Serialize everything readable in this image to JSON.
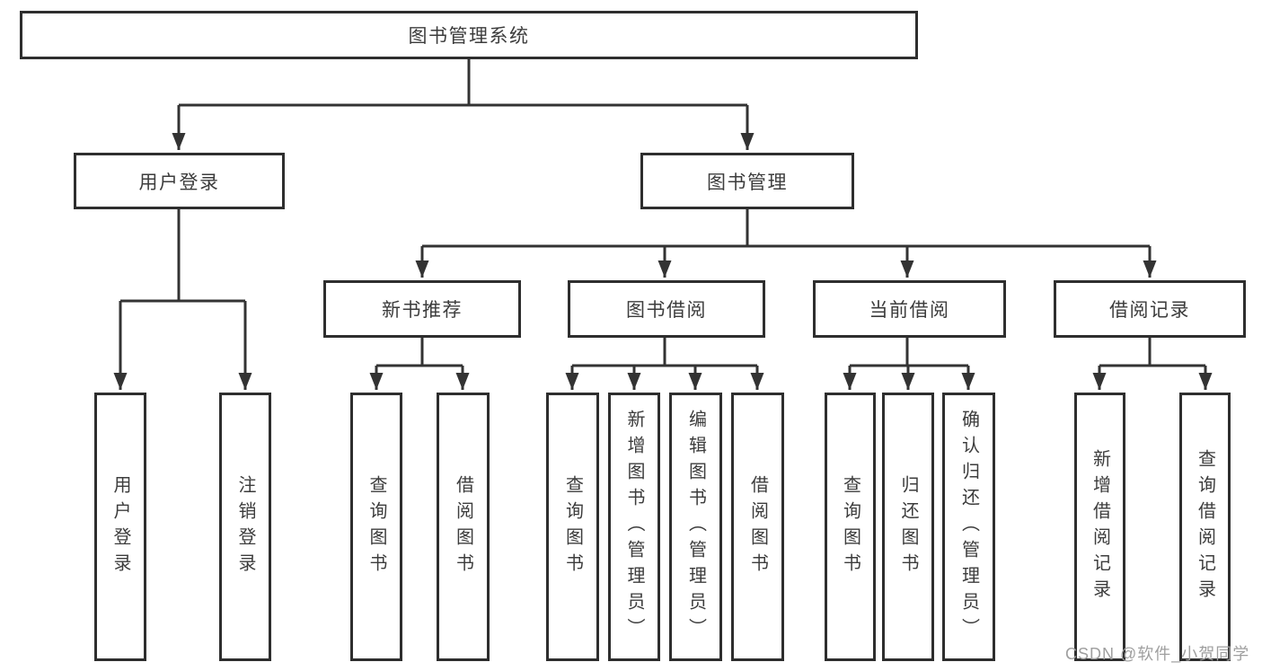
{
  "title": "图书管理系统",
  "tree": {
    "label": "图书管理系统",
    "children": [
      {
        "label": "用户登录",
        "children": [
          {
            "label": "用户登录"
          },
          {
            "label": "注销登录"
          }
        ]
      },
      {
        "label": "图书管理",
        "children": [
          {
            "label": "新书推荐",
            "children": [
              {
                "label": "查询图书"
              },
              {
                "label": "借阅图书"
              }
            ]
          },
          {
            "label": "图书借阅",
            "children": [
              {
                "label": "查询图书"
              },
              {
                "label": "新增图书（管理员）"
              },
              {
                "label": "编辑图书（管理员）"
              },
              {
                "label": "借阅图书"
              }
            ]
          },
          {
            "label": "当前借阅",
            "children": [
              {
                "label": "查询图书"
              },
              {
                "label": "归还图书"
              },
              {
                "label": "确认归还（管理员）"
              }
            ]
          },
          {
            "label": "借阅记录",
            "children": [
              {
                "label": "新增借阅记录"
              },
              {
                "label": "查询借阅记录"
              }
            ]
          }
        ]
      }
    ]
  },
  "watermark": "CSDN @软件_小贺同学",
  "colors": {
    "line": "#333333",
    "box_border": "#2e2e2e",
    "text": "#3c3c3c",
    "watermark": "#9f9f9f",
    "background": "#ffffff"
  }
}
